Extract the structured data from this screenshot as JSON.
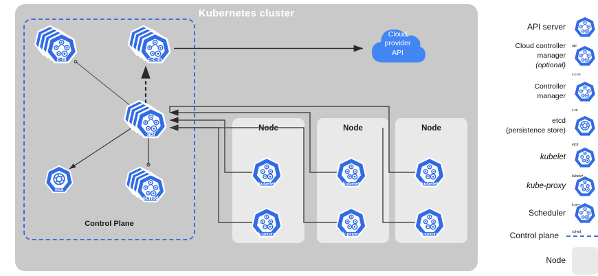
{
  "diagram": {
    "title": "Kubernetes cluster",
    "control_plane_label": "Control Plane",
    "cloud": {
      "lines": [
        "Cloud",
        "provider",
        "API"
      ]
    },
    "nodes": [
      {
        "title": "Node",
        "components": [
          "kubelet",
          "k-proxy"
        ]
      },
      {
        "title": "Node",
        "components": [
          "kubelet",
          "k-proxy"
        ]
      },
      {
        "title": "Node",
        "components": [
          "kubelet",
          "k-proxy"
        ]
      }
    ],
    "control_plane_components": [
      {
        "caption": "c-m",
        "icon": "gears-icon",
        "stacked": true
      },
      {
        "caption": "c-c-m",
        "icon": "gears-icon",
        "stacked": true
      },
      {
        "caption": "api",
        "icon": "gears-icon",
        "stacked": true
      },
      {
        "caption": "etcd",
        "icon": "etcd-icon",
        "stacked": false
      },
      {
        "caption": "sched",
        "icon": "gears-icon",
        "stacked": true
      }
    ]
  },
  "legend": {
    "rows": [
      {
        "label": "API server",
        "sublabel": "",
        "caption": "api",
        "icon": "gears-icon",
        "style": "bigger"
      },
      {
        "label": "Cloud controller",
        "label2": "manager",
        "sublabel": "(optional)",
        "caption": "c-c-m",
        "icon": "gears-icon",
        "style": "normal"
      },
      {
        "label": "Controller",
        "label2": "manager",
        "sublabel": "",
        "caption": "c-m",
        "icon": "gears-icon",
        "style": "normal"
      },
      {
        "label": "etcd",
        "label2": "(persistence store)",
        "sublabel": "",
        "caption": "etcd",
        "icon": "etcd-icon",
        "style": "normal"
      },
      {
        "label": "kubelet",
        "sublabel": "",
        "caption": "kubelet",
        "icon": "kubelet-icon",
        "style": "ital"
      },
      {
        "label": "kube-proxy",
        "sublabel": "",
        "caption": "k-proxy",
        "icon": "kubelet-icon",
        "style": "ital"
      },
      {
        "label": "Scheduler",
        "sublabel": "",
        "caption": "sched",
        "icon": "gears-icon",
        "style": "bigger"
      },
      {
        "label": "Control plane",
        "sublabel": "",
        "caption": "",
        "icon": "dashed-line-swatch",
        "style": "bigger"
      },
      {
        "label": "Node",
        "sublabel": "",
        "caption": "",
        "icon": "node-swatch",
        "style": "bigger"
      }
    ]
  },
  "colors": {
    "cluster_bg": "#c9c9c9",
    "node_bg": "#e9e9e9",
    "k8s_blue": "#326ce5",
    "cloud_blue": "#4285f4",
    "control_plane_dash": "#3f6fdd",
    "connector": "#3c3c3c",
    "title_text": "#ffffff"
  }
}
